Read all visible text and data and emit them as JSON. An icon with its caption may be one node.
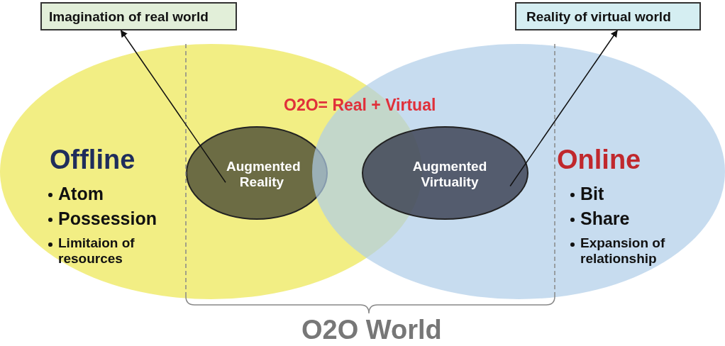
{
  "diagram": {
    "nodes": [
      {
        "text": [
          "Offline",
          "Atom",
          "Possession",
          "Limitaion of resources"
        ]
      },
      {
        "text": [
          "Online",
          "Bit",
          "Share",
          "Expansion of relationship"
        ]
      },
      {
        "text": [
          "Augmented Reality"
        ],
        "in": 0
      },
      {
        "text": [
          "Augmented Virtuality"
        ],
        "in": 1
      },
      {
        "text": [
          "Imagination of real world"
        ]
      },
      {
        "text": [
          "Reality of virtual world"
        ]
      }
    ],
    "edges": [
      {
        "from": 2,
        "to": 4,
        "arrow": "to"
      },
      {
        "from": 3,
        "to": 5,
        "arrow": "to"
      }
    ],
    "labels": [
      "O2O= Real + Virtual",
      "O2O World"
    ]
  }
}
